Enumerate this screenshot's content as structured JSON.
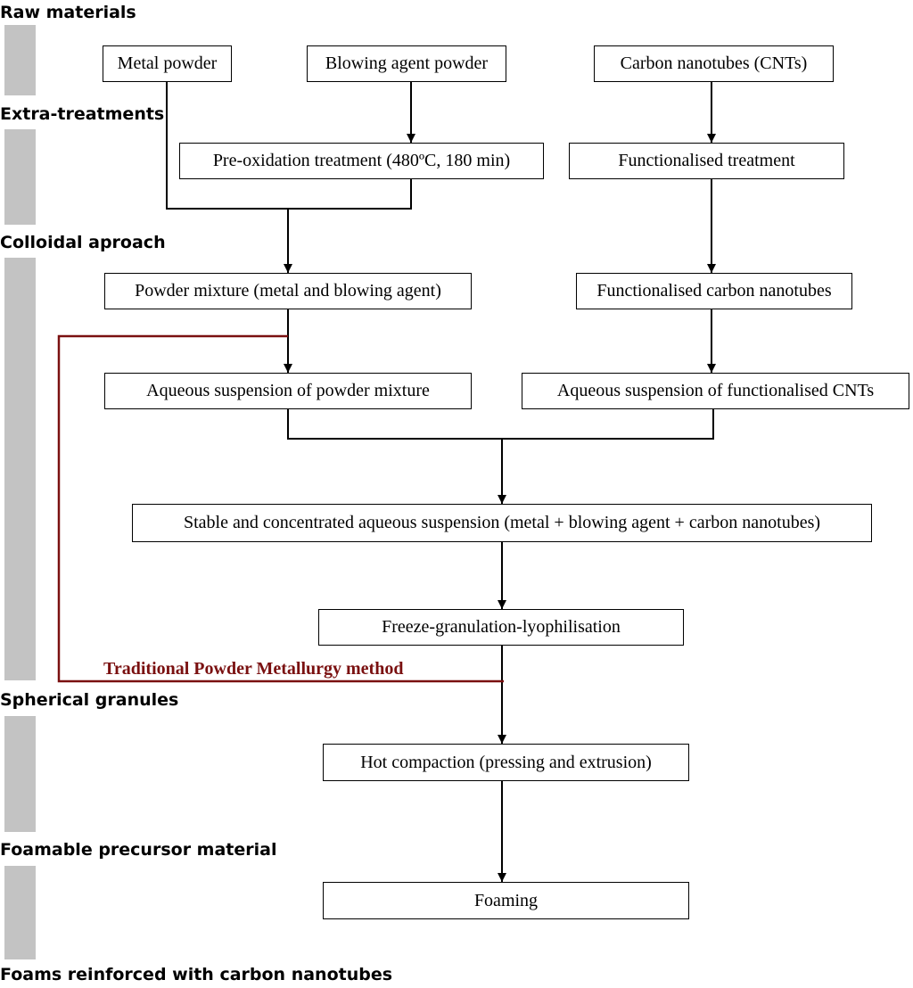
{
  "stages": [
    "Raw materials",
    "Extra-treatments",
    "Colloidal aproach",
    "Spherical granules",
    "Foamable precursor material",
    "Foams reinforced with carbon nanotubes"
  ],
  "boxes": {
    "metal_powder": "Metal powder",
    "blowing_agent_powder": "Blowing agent powder",
    "cnts": "Carbon nanotubes (CNTs)",
    "pre_oxidation": "Pre-oxidation treatment (480ºC, 180 min)",
    "functionalised_treatment": "Functionalised treatment",
    "powder_mixture": "Powder mixture (metal and blowing agent)",
    "functionalised_cnts": "Functionalised carbon nanotubes",
    "aqueous_powder": "Aqueous suspension of powder mixture",
    "aqueous_cnts": "Aqueous suspension of functionalised CNTs",
    "stable_suspension": "Stable and concentrated aqueous suspension (metal + blowing agent + carbon nanotubes)",
    "freeze_granulation": "Freeze-granulation-lyophilisation",
    "hot_compaction": "Hot compaction (pressing and extrusion)",
    "foaming": "Foaming"
  },
  "traditional_route_label": "Traditional Powder Metallurgy method",
  "colors": {
    "stage_bar": "#c3c3c3",
    "traditional_route": "#7a1010",
    "connector": "#000000"
  }
}
